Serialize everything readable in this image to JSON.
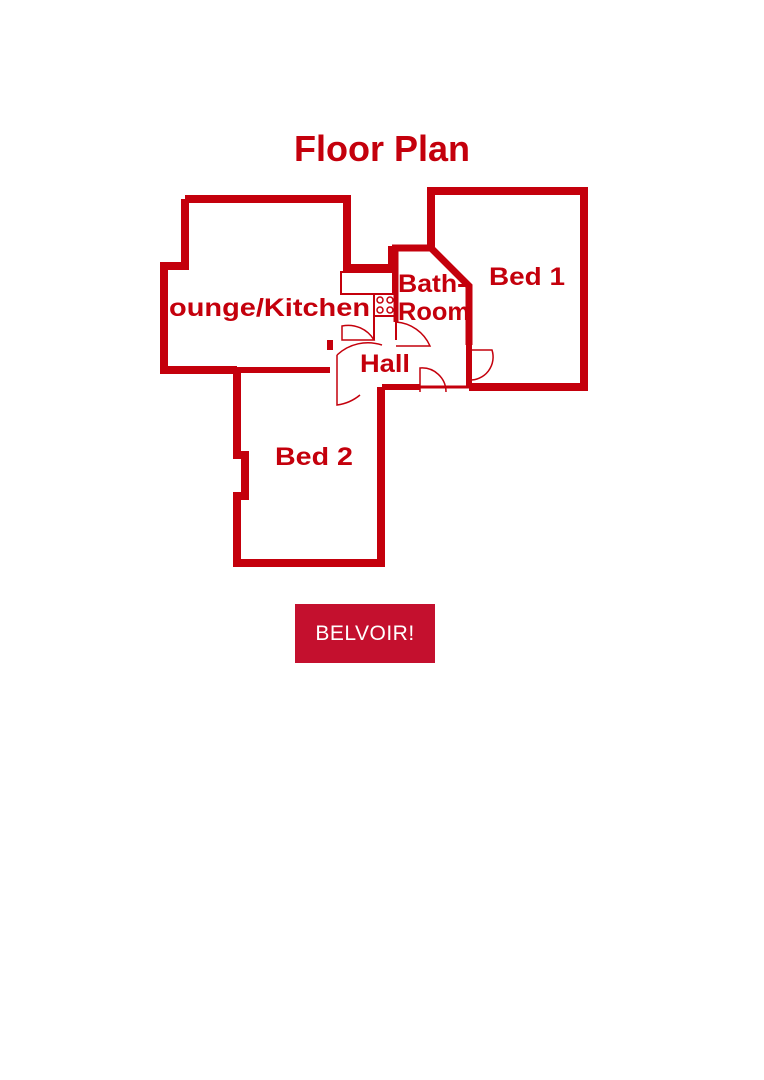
{
  "title": "Floor Plan",
  "rooms": {
    "lounge": "lounge/Kitchen",
    "bathroom_line1": "Bath-",
    "bathroom_line2": "Room",
    "bed1": "Bed 1",
    "hall": "Hall",
    "bed2": "Bed 2"
  },
  "logo": {
    "text": "BELVOIR!"
  },
  "colors": {
    "plan": "#c4000c",
    "logo_bg": "#c4102e"
  }
}
